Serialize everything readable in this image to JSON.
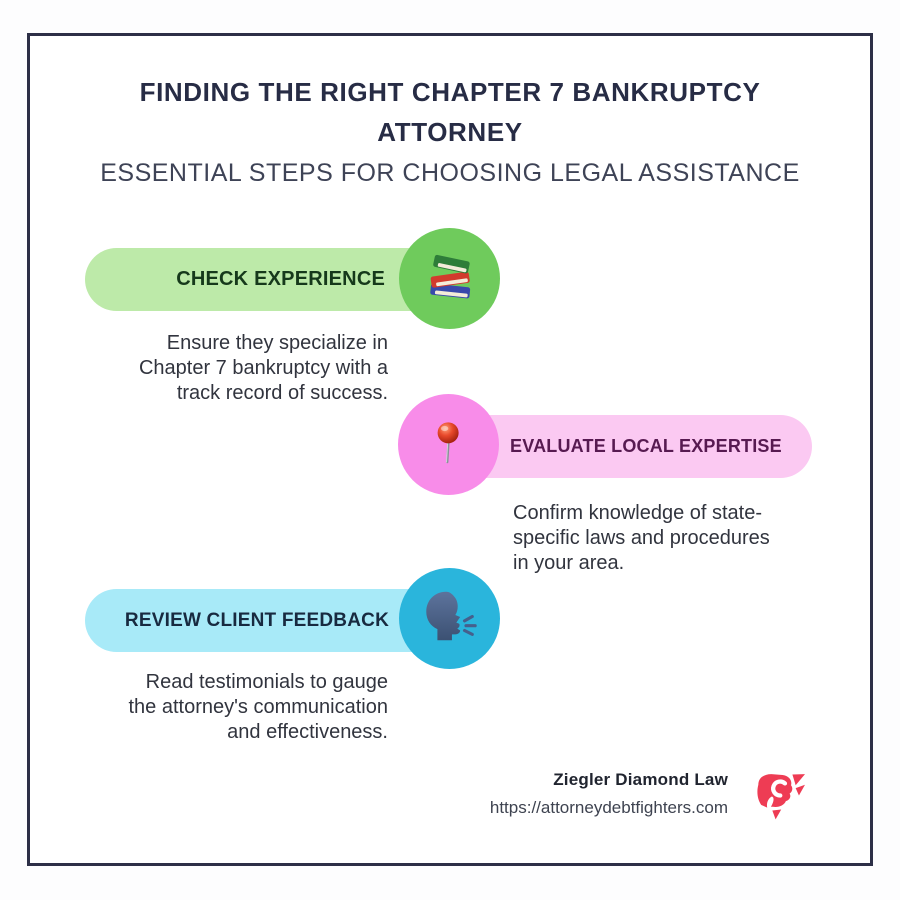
{
  "page": {
    "background": "#ffffff",
    "frame_border_color": "#2d2f47"
  },
  "header": {
    "title_lines": [
      "FINDING THE RIGHT CHAPTER 7 BANKRUPTCY",
      "ATTORNEY"
    ],
    "title_color": "#272c45",
    "subtitle": "ESSENTIAL STEPS FOR CHOOSING LEGAL ASSISTANCE",
    "subtitle_color": "#3e4356"
  },
  "steps": [
    {
      "label": "CHECK EXPERIENCE",
      "description_lines": [
        "Ensure they specialize in",
        "Chapter 7 bankruptcy with a",
        "track record of success."
      ],
      "icon": "books-icon",
      "pill_color": "#bdeaa9",
      "circle_color": "#6fcb5c",
      "label_color": "#16391b",
      "side": "left"
    },
    {
      "label": "EVALUATE LOCAL EXPERTISE",
      "description_lines": [
        "Confirm knowledge of state-",
        "specific laws and procedures",
        "in your area."
      ],
      "icon": "pushpin-icon",
      "pill_color": "#fbc9f2",
      "circle_color": "#f88ce9",
      "label_color": "#571a51",
      "side": "right"
    },
    {
      "label": "REVIEW CLIENT FEEDBACK",
      "description_lines": [
        "Read testimonials to gauge",
        "the attorney's communication",
        "and effectiveness."
      ],
      "icon": "speaking-head-icon",
      "pill_color": "#a8eaf8",
      "circle_color": "#2ab5dc",
      "label_color": "#182a40",
      "side": "left"
    }
  ],
  "footer": {
    "brand": "Ziegler Diamond Law",
    "url": "https://attorneydebtfighters.com",
    "logo_color": "#ee3c54"
  },
  "body_text_color": "#31343e"
}
